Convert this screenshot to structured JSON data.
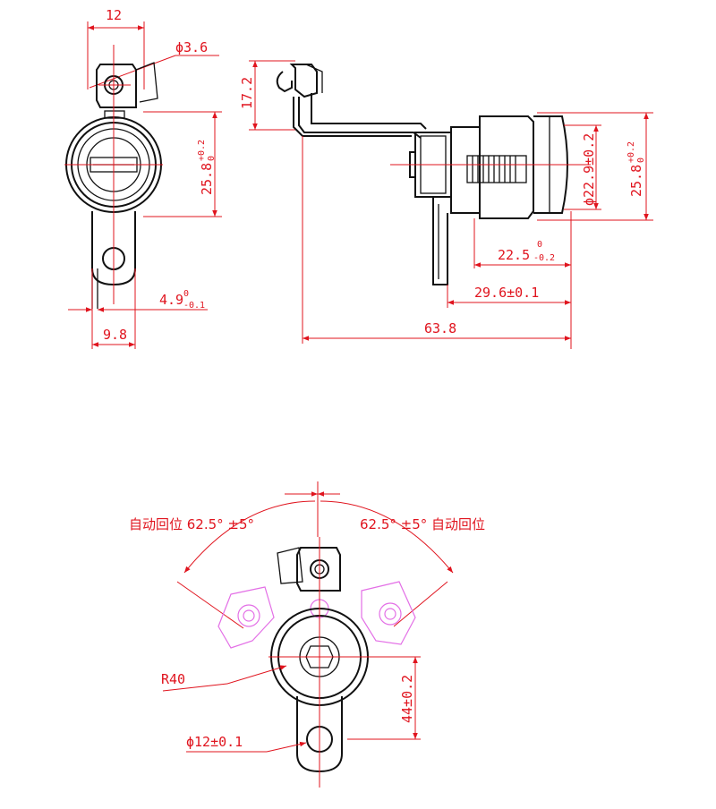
{
  "colors": {
    "dimension": "#e0141e",
    "outline": "#111111",
    "rotated_ghost": "#e36fe6"
  },
  "front_view": {
    "width_top": "12",
    "hole_dia": "ϕ3.6",
    "body_height": "25.8",
    "body_height_tol_upper": "+0.2",
    "body_height_tol_lower": "0",
    "plate_thickness": "4.9",
    "plate_thickness_tol_upper": "0",
    "plate_thickness_tol_lower": "-0.1",
    "plate_width": "9.8"
  },
  "side_view": {
    "hook_height": "17.2",
    "barrel_dia": "ϕ22.9±0.2",
    "flange_height": "25.8",
    "flange_tol_upper": "+0.2",
    "flange_tol_lower": "0",
    "barrel_length": "22.5",
    "barrel_length_tol_upper": "0",
    "barrel_length_tol_lower": "-0.2",
    "body_length": "29.6±0.1",
    "overall_length": "63.8"
  },
  "bottom_view": {
    "left_note": "自动回位 62.5° ±5°",
    "right_note": "62.5° ±5° 自动回位",
    "radius": "R40",
    "vertical_dim": "44±0.2",
    "hole_dia": "ϕ12±0.1"
  }
}
